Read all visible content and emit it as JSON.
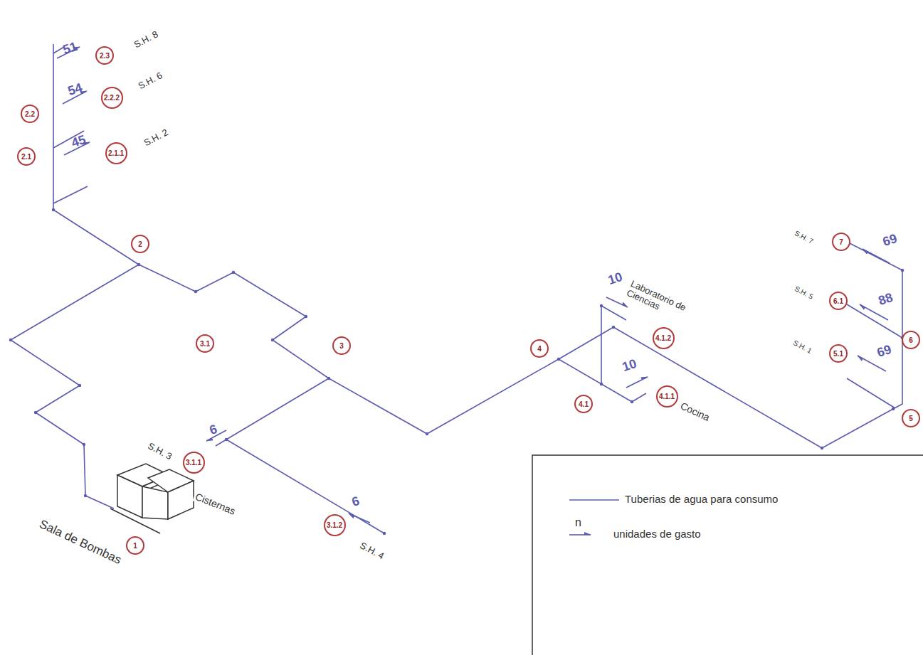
{
  "diagram": {
    "nodes": [
      {
        "text": [
          "2.3"
        ]
      },
      {
        "text": [
          "2.2.2"
        ]
      },
      {
        "text": [
          "2.2"
        ]
      },
      {
        "text": [
          "2.1.1"
        ]
      },
      {
        "text": [
          "2.1"
        ]
      },
      {
        "text": [
          "2"
        ]
      },
      {
        "text": [
          "3.1"
        ]
      },
      {
        "text": [
          "3"
        ]
      },
      {
        "text": [
          "3.1.1"
        ]
      },
      {
        "text": [
          "3.1.2"
        ]
      },
      {
        "text": [
          "1"
        ]
      },
      {
        "text": [
          "4"
        ]
      },
      {
        "text": [
          "4.1.2"
        ]
      },
      {
        "text": [
          "4.1"
        ]
      },
      {
        "text": [
          "4.1.1"
        ]
      },
      {
        "text": [
          "7"
        ]
      },
      {
        "text": [
          "6.1"
        ]
      },
      {
        "text": [
          "6"
        ]
      },
      {
        "text": [
          "5.1"
        ]
      },
      {
        "text": [
          "5"
        ]
      }
    ],
    "labels": [
      "S.H. 8",
      "51",
      "S.H. 6",
      "54",
      "S.H. 2",
      "45",
      "S.H. 3",
      "6",
      "Cisternas",
      "Sala de Bombas",
      "6",
      "S.H. 4",
      "10",
      "Laboratorio de Ciencias",
      "10",
      "Cocina",
      "S.H. 7",
      "69",
      "S.H. 5",
      "88",
      "S.H. 1",
      "69",
      "n"
    ],
    "legend": [
      {
        "text": "Tuberias de agua para consumo"
      },
      {
        "text": "unidades de gasto"
      }
    ]
  }
}
